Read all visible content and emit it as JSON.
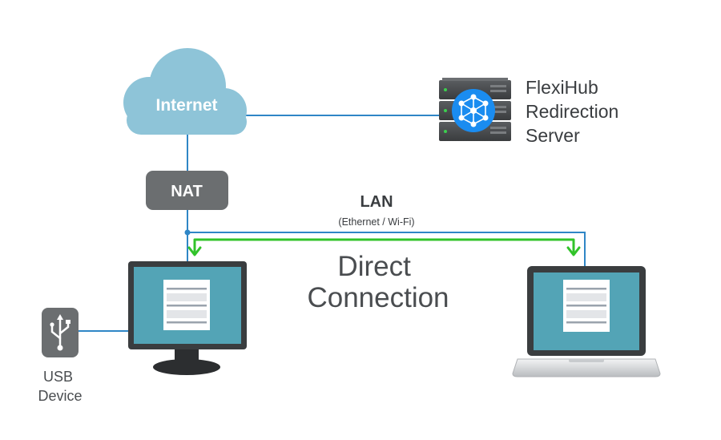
{
  "cloud": {
    "label": "Internet"
  },
  "nat": {
    "label": "NAT"
  },
  "server": {
    "lines": [
      "FlexiHub",
      "Redirection",
      "Server"
    ]
  },
  "lan": {
    "title": "LAN",
    "subtitle": "(Ethernet / Wi-Fi)"
  },
  "direct": {
    "lines": [
      "Direct",
      "Connection"
    ]
  },
  "usb": {
    "lines": [
      "USB",
      "Device"
    ]
  },
  "colors": {
    "cloud": "#8ec4d8",
    "link": "#2f86c6",
    "arrow": "#32c32a",
    "nat": "#6b6e70",
    "screen": "#53a4b6",
    "device_dark": "#3a3d3f",
    "server_icon": "#1a8cf0"
  }
}
